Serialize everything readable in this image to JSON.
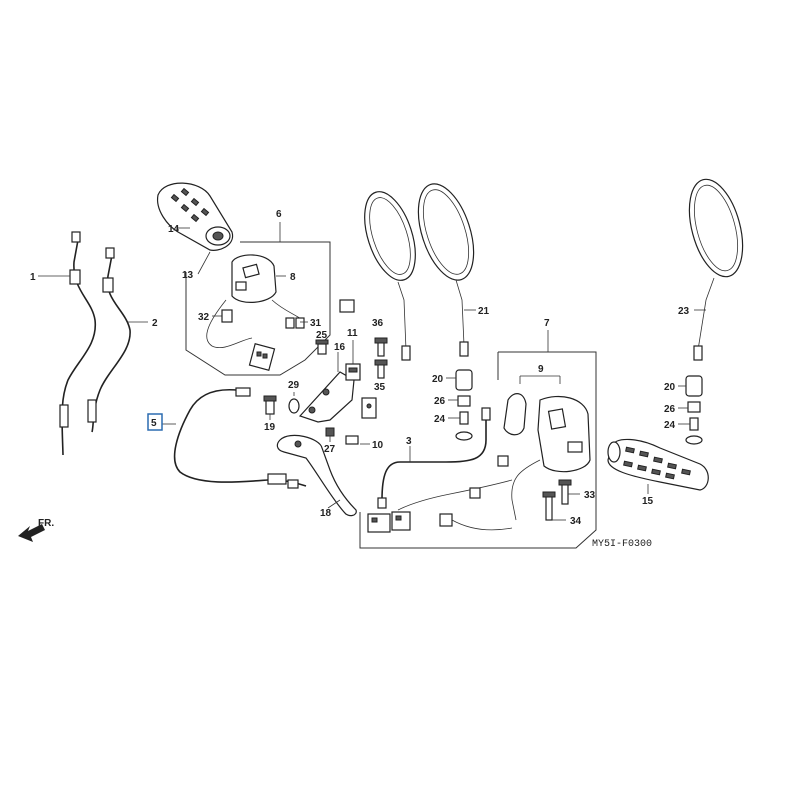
{
  "diagram": {
    "code": "MY5I-F0300",
    "direction_label": "FR.",
    "highlighted_callout": "5",
    "highlight_color": "#2b6cb0",
    "callouts": {
      "c1": "1",
      "c2": "2",
      "c3": "3",
      "c5": "5",
      "c6": "6",
      "c7": "7",
      "c8": "8",
      "c9": "9",
      "c10": "10",
      "c11": "11",
      "c13": "13",
      "c14": "14",
      "c15": "15",
      "c16": "16",
      "c18": "18",
      "c19": "19",
      "c20a": "20",
      "c20b": "20",
      "c21": "21",
      "c23": "23",
      "c24a": "24",
      "c24b": "24",
      "c25": "25",
      "c26a": "26",
      "c26b": "26",
      "c27": "27",
      "c29": "29",
      "c31": "31",
      "c32": "32",
      "c33": "33",
      "c34": "34",
      "c35": "35",
      "c36": "36"
    }
  }
}
